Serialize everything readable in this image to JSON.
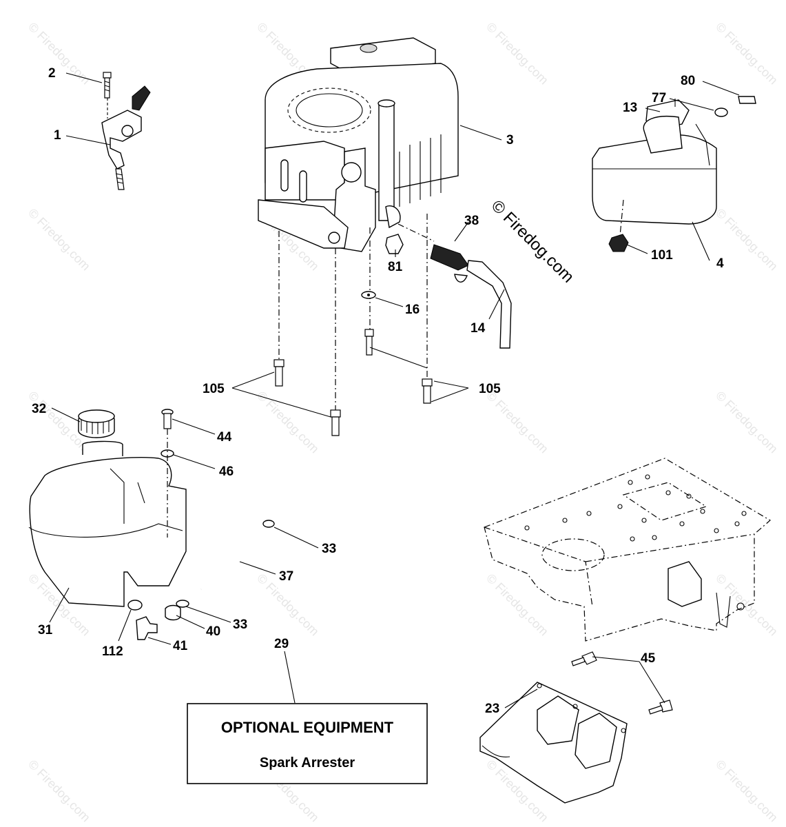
{
  "watermark": {
    "repeat_text": "© Firedog.com",
    "main_text": "© Firedog.com"
  },
  "labels": {
    "p1": "1",
    "p2": "2",
    "p3": "3",
    "p4": "4",
    "p13": "13",
    "p14": "14",
    "p16": "16",
    "p23": "23",
    "p29": "29",
    "p31": "31",
    "p32": "32",
    "p33a": "33",
    "p33b": "33",
    "p37": "37",
    "p38": "38",
    "p40": "40",
    "p41": "41",
    "p44": "44",
    "p45": "45",
    "p46": "46",
    "p77": "77",
    "p80": "80",
    "p81": "81",
    "p101": "101",
    "p105a": "105",
    "p105b": "105",
    "p112": "112"
  },
  "optional_box": {
    "title": "OPTIONAL EQUIPMENT",
    "subtitle": "Spark Arrester"
  }
}
